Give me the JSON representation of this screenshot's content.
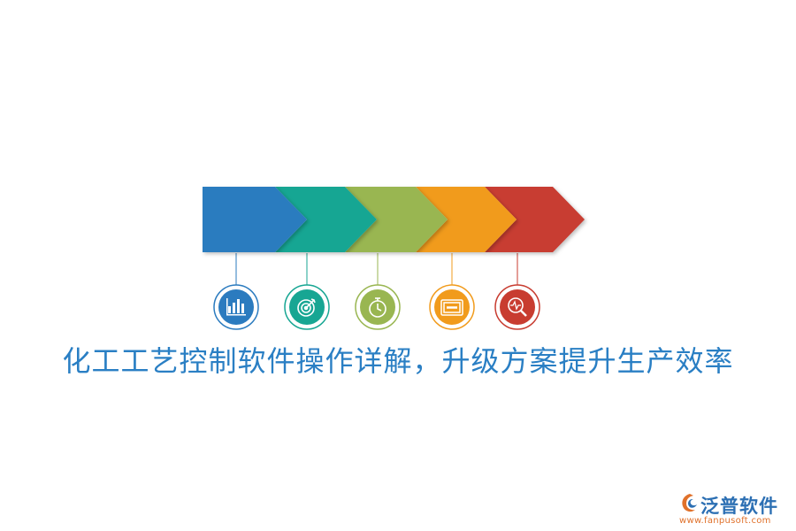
{
  "headline": "化工工艺控制软件操作详解，升级方案提升生产效率",
  "logo": {
    "name": "泛普软件",
    "url": "www.fanpusoft.com"
  },
  "steps": [
    {
      "color": "#2b7bbf",
      "icon": "bar-chart-icon"
    },
    {
      "color": "#17a693",
      "icon": "target-icon"
    },
    {
      "color": "#99b651",
      "icon": "stopwatch-icon"
    },
    {
      "color": "#f19b1c",
      "icon": "screen-icon"
    },
    {
      "color": "#c83c30",
      "icon": "magnifier-pulse-icon"
    }
  ]
}
